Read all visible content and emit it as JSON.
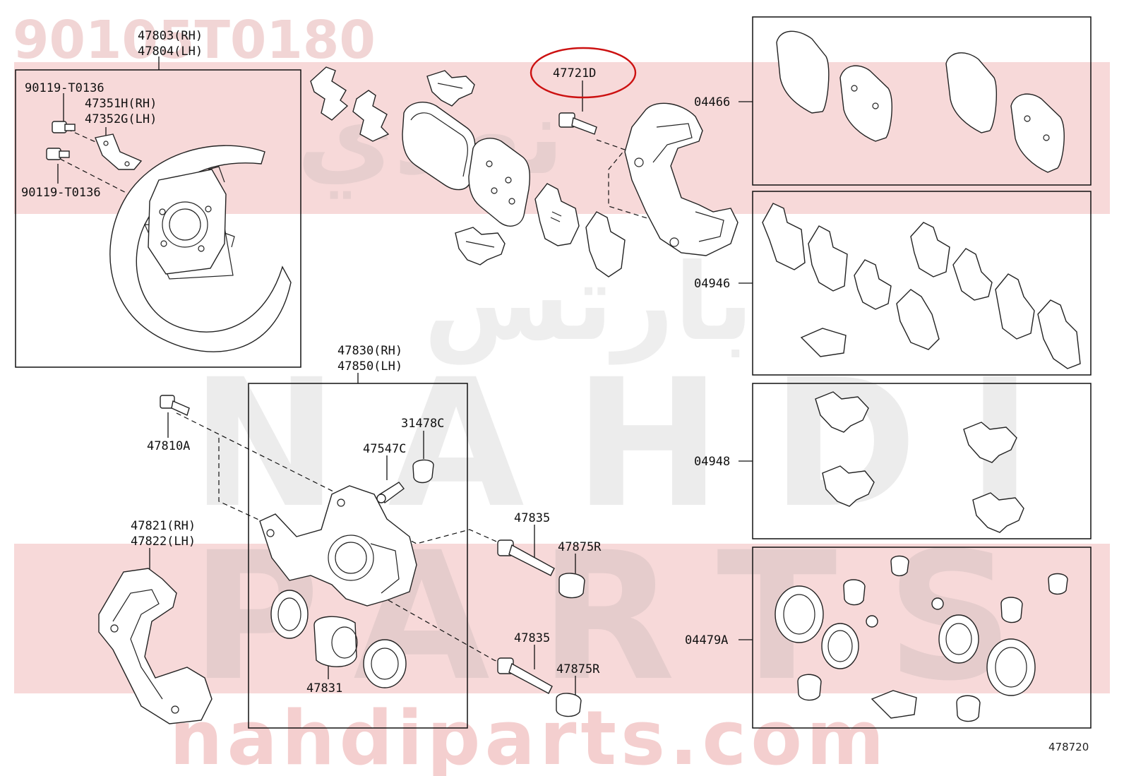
{
  "watermark": {
    "part_number": "90105T0180",
    "brand_arabic_top": "نهدي",
    "brand_arabic_bottom": "بارتس",
    "brand_latin_top": "NAHDI",
    "brand_latin_bottom": "PARTS",
    "url": "nahdiparts.com",
    "band_color": "#e06e6e"
  },
  "diagram_number": "478720",
  "highlight": {
    "label": "47721D",
    "color": "#cc1111"
  },
  "callouts": {
    "c47803": "47803(RH)",
    "c47804": "47804(LH)",
    "c90119a": "90119-T0136",
    "c47351": "47351H(RH)",
    "c47352": "47352G(LH)",
    "c90119b": "90119-T0136",
    "c47830": "47830(RH)",
    "c47850": "47850(LH)",
    "c47810": "47810A",
    "c31478": "31478C",
    "c47547": "47547C",
    "c47835a": "47835",
    "c47875a": "47875R",
    "c47835b": "47835",
    "c47875b": "47875R",
    "c47831": "47831",
    "c47821": "47821(RH)",
    "c47822": "47822(LH)",
    "c04466": "04466",
    "c04946": "04946",
    "c04948": "04948",
    "c04479": "04479A"
  }
}
